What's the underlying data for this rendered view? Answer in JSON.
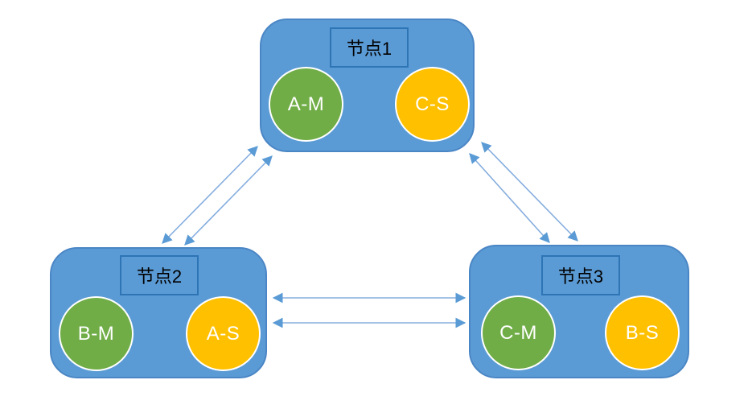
{
  "diagram": {
    "title": "three-node master-slave replication topology",
    "nodes": [
      {
        "label": "节点1",
        "circles": [
          {
            "label": "A-M",
            "role": "master"
          },
          {
            "label": "C-S",
            "role": "slave"
          }
        ]
      },
      {
        "label": "节点2",
        "circles": [
          {
            "label": "B-M",
            "role": "master"
          },
          {
            "label": "A-S",
            "role": "slave"
          }
        ]
      },
      {
        "label": "节点3",
        "circles": [
          {
            "label": "C-M",
            "role": "master"
          },
          {
            "label": "B-S",
            "role": "slave"
          }
        ]
      }
    ],
    "connections": [
      {
        "from": "节点1",
        "to": "节点2",
        "bidirectional": true,
        "line_count": 2
      },
      {
        "from": "节点1",
        "to": "节点3",
        "bidirectional": true,
        "line_count": 2
      },
      {
        "from": "节点2",
        "to": "节点3",
        "bidirectional": true,
        "line_count": 2
      }
    ],
    "colors": {
      "node_fill": "#5B9BD5",
      "node_border": "#4A86C5",
      "label_box_border": "#2E75B6",
      "label_text": "#000000",
      "master_fill": "#70AD47",
      "slave_fill": "#FFC000",
      "circle_border": "#FFFFFF",
      "circle_text": "#FFFFFF",
      "arrow_line": "#85ADDE",
      "arrow_head": "#5B9BD5",
      "background": "#FFFFFF"
    }
  }
}
